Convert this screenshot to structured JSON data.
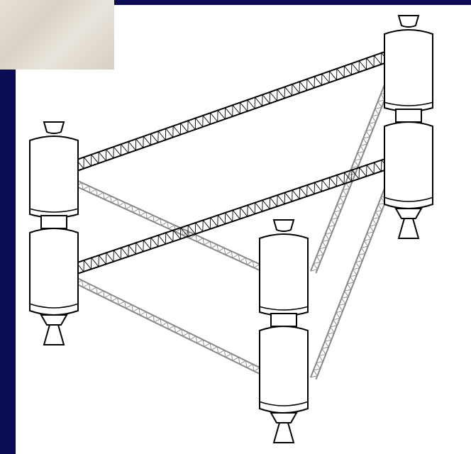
{
  "diagram": {
    "modules": [
      {
        "id": "module-left",
        "stages": 2
      },
      {
        "id": "module-center",
        "stages": 2
      },
      {
        "id": "module-right",
        "stages": 2
      }
    ],
    "trusses": [
      {
        "from": "module-left",
        "to": "module-right",
        "tone": "black"
      },
      {
        "from": "module-left",
        "to": "module-right",
        "tone": "black"
      },
      {
        "from": "module-left",
        "to": "module-center",
        "tone": "gray"
      },
      {
        "from": "module-left",
        "to": "module-center",
        "tone": "gray"
      },
      {
        "from": "module-center",
        "to": "module-right",
        "tone": "gray"
      },
      {
        "from": "module-center",
        "to": "module-right",
        "tone": "gray"
      }
    ],
    "colors": {
      "frame": "#0b0b55",
      "near_truss": "#000000",
      "far_truss": "#888888"
    }
  }
}
